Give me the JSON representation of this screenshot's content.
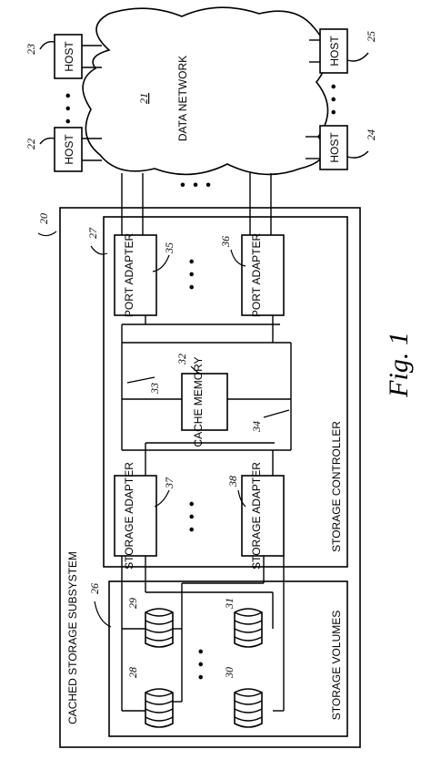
{
  "network": {
    "label": "DATA NETWORK",
    "ref": "21"
  },
  "hosts": [
    {
      "label": "HOST",
      "ref": "22"
    },
    {
      "label": "HOST",
      "ref": "23"
    },
    {
      "label": "HOST",
      "ref": "24"
    },
    {
      "label": "HOST",
      "ref": "25"
    }
  ],
  "subsystem": {
    "label": "CACHED STORAGE SUBSYSTEM",
    "ref": "20"
  },
  "controller": {
    "label": "STORAGE CONTROLLER",
    "ref": "27"
  },
  "port_adapters": [
    {
      "label": "PORT ADAPTER",
      "ref": "35"
    },
    {
      "label": "PORT ADAPTER",
      "ref": "36"
    }
  ],
  "cache": {
    "label": "CACHE MEMORY",
    "ref": "32"
  },
  "buses": [
    {
      "ref": "33"
    },
    {
      "ref": "34"
    }
  ],
  "storage_adapters": [
    {
      "label": "STORAGE ADAPTER",
      "ref": "37"
    },
    {
      "label": "STORAGE ADAPTER",
      "ref": "38"
    }
  ],
  "volumes": {
    "label": "STORAGE VOLUMES",
    "ref": "26",
    "disks": [
      {
        "ref": "28"
      },
      {
        "ref": "29"
      },
      {
        "ref": "30"
      },
      {
        "ref": "31"
      }
    ]
  },
  "ellipsis": "• • •",
  "figure_label": "Fig. 1"
}
